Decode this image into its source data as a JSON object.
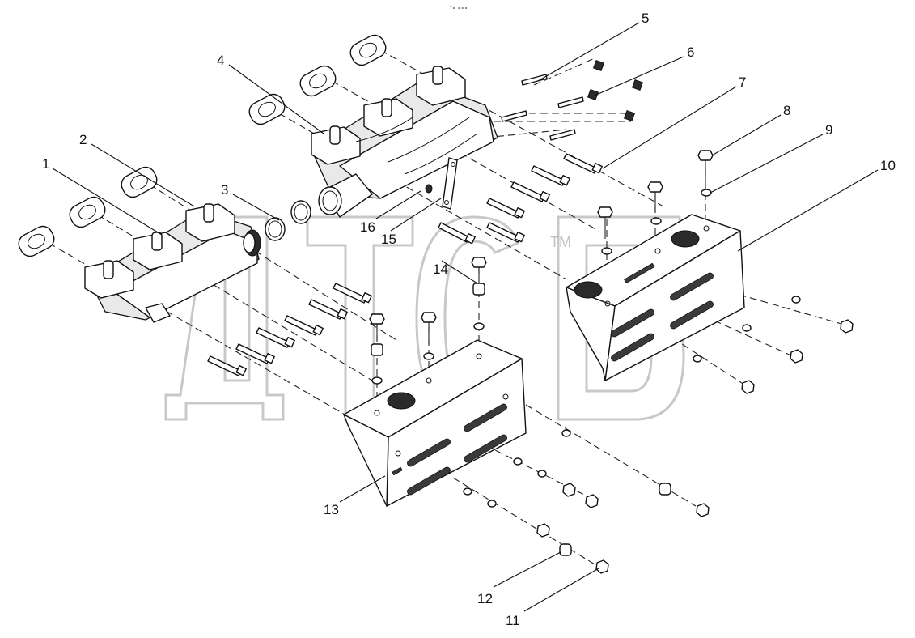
{
  "header_mark": "°∘ ∘∘∘",
  "callouts": [
    {
      "label": "1"
    },
    {
      "label": "2"
    },
    {
      "label": "3"
    },
    {
      "label": "4"
    },
    {
      "label": "5"
    },
    {
      "label": "6"
    },
    {
      "label": "7"
    },
    {
      "label": "8"
    },
    {
      "label": "9"
    },
    {
      "label": "10"
    },
    {
      "label": "11"
    },
    {
      "label": "12"
    },
    {
      "label": "13"
    },
    {
      "label": "14"
    },
    {
      "label": "15"
    },
    {
      "label": "16"
    }
  ],
  "watermark": {
    "text": "ДТСБ",
    "tm": "TM"
  }
}
